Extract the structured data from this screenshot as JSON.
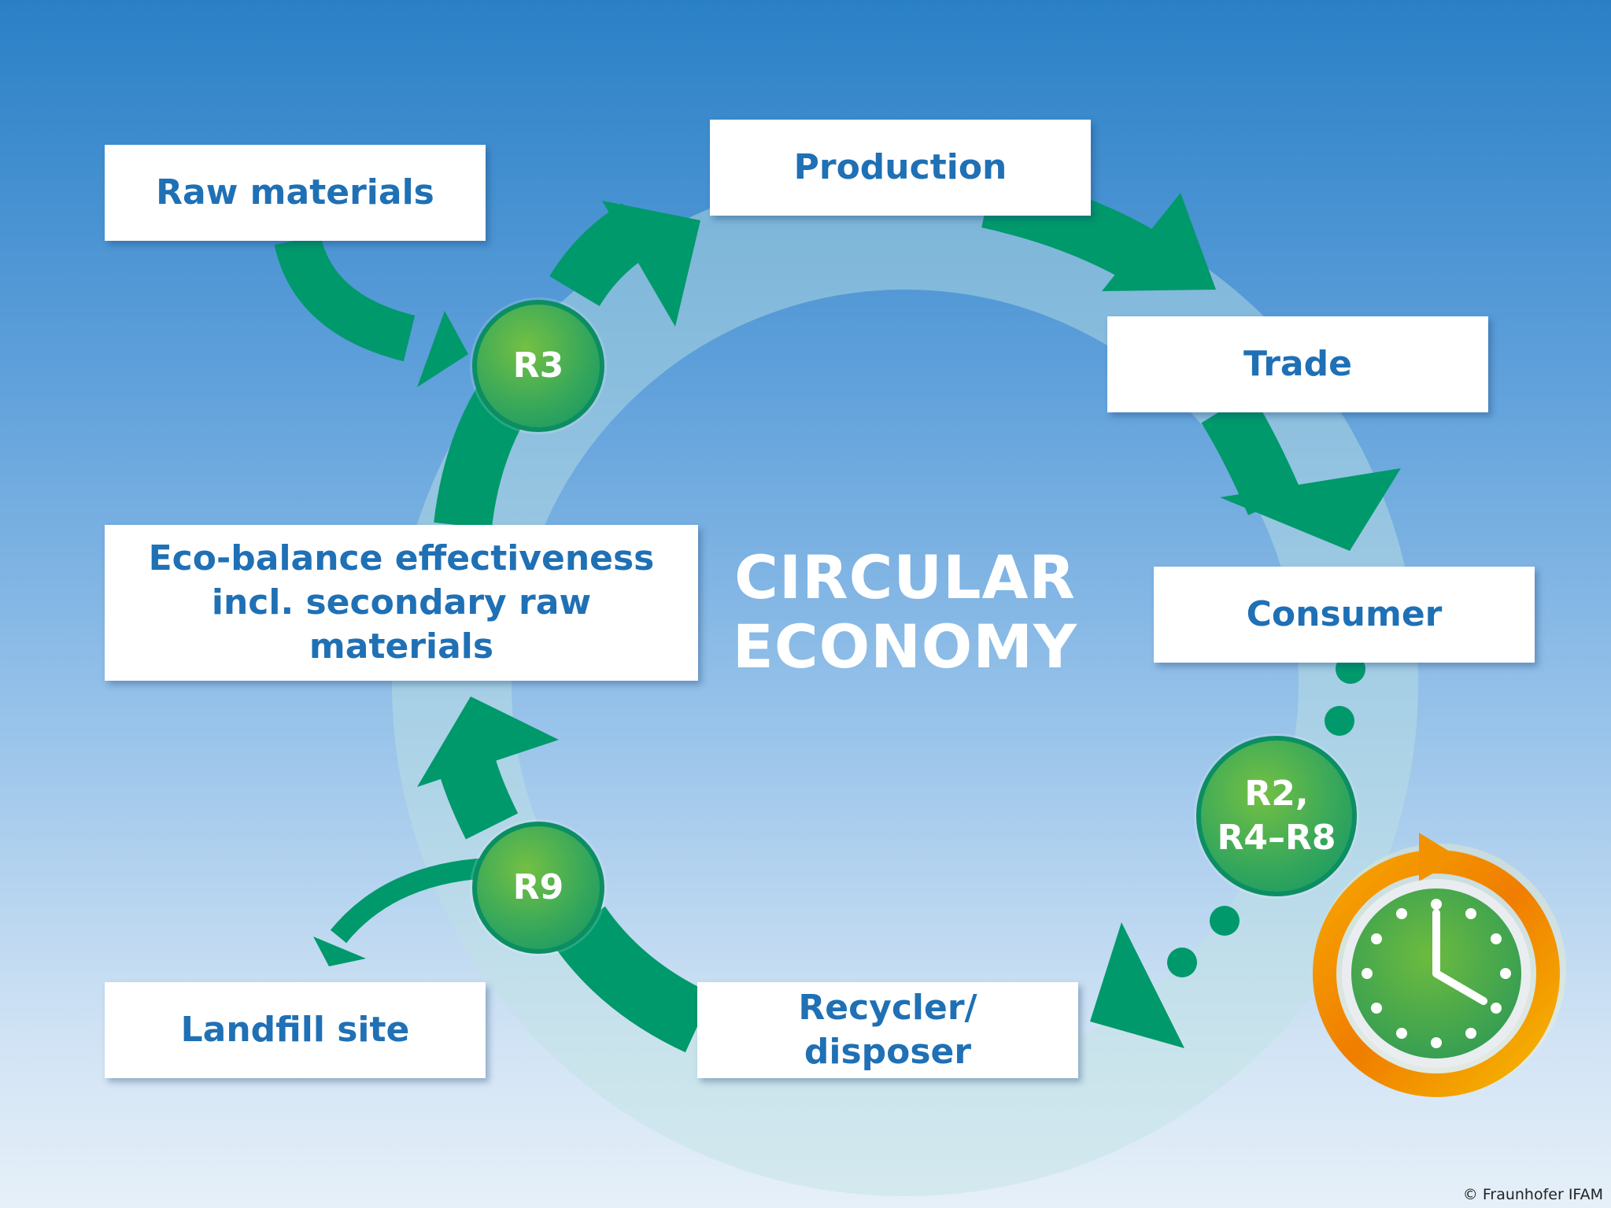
{
  "center_title": {
    "line1": "CIRCULAR",
    "line2": "ECONOMY"
  },
  "boxes": {
    "raw_materials": "Raw materials",
    "production": "Production",
    "trade": "Trade",
    "consumer": "Consumer",
    "recycler": {
      "line1": "Recycler/",
      "line2": "disposer"
    },
    "landfill": "Landfill site",
    "eco_balance": {
      "line1": "Eco-balance effectiveness",
      "line2": "incl. secondary raw",
      "line3": "materials"
    }
  },
  "badges": {
    "r3": "R3",
    "r9": "R9",
    "r2": {
      "line1": "R2,",
      "line2": "R4–R8"
    }
  },
  "icons": {
    "clock": "clock-icon"
  },
  "colors": {
    "arrow_green": "#00996b",
    "badge_green": "#3aa85a",
    "box_text": "#1f70b5",
    "clock_orange": "#f39200"
  },
  "copyright": "© Fraunhofer IFAM"
}
